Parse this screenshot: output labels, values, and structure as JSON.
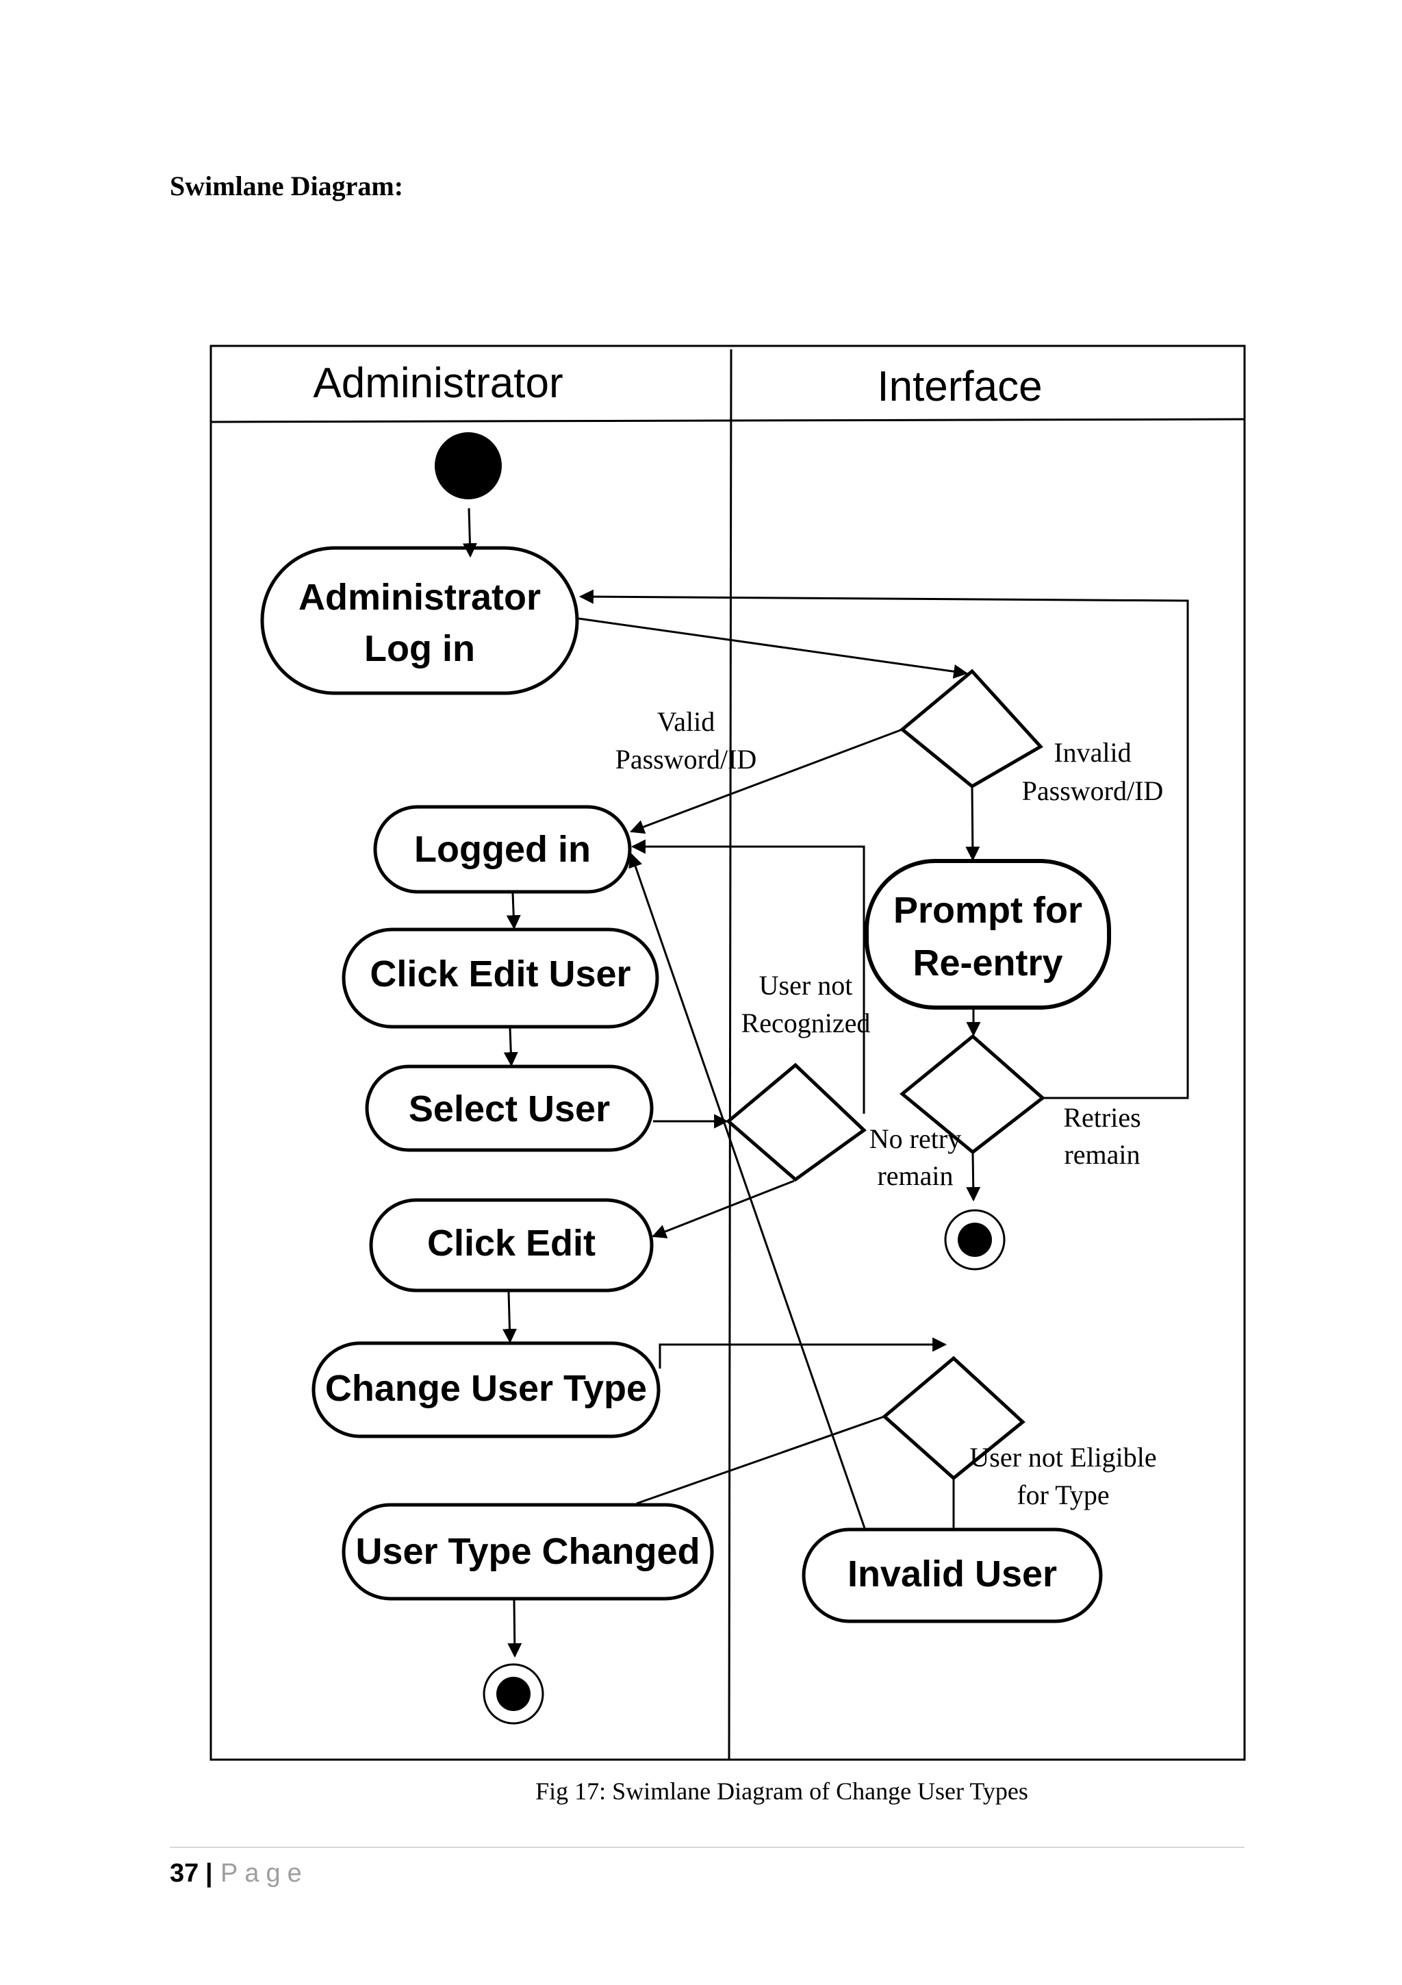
{
  "heading": "Swimlane Diagram:",
  "lanes": {
    "left": "Administrator",
    "right": "Interface"
  },
  "activities": {
    "admin_login": [
      "Administrator",
      "Log in"
    ],
    "logged_in": "Logged in",
    "click_edit_user": "Click Edit User",
    "select_user": "Select User",
    "click_edit": "Click Edit",
    "change_user_type": "Change User Type",
    "user_type_changed": "User Type Changed",
    "prompt_reentry": [
      "Prompt for",
      "Re-entry"
    ],
    "invalid_user": "Invalid User"
  },
  "guards": {
    "valid": [
      "Valid",
      "Password/ID"
    ],
    "invalid": [
      "Invalid",
      "Password/ID"
    ],
    "user_not_recognized": [
      "User not",
      "Recognized"
    ],
    "no_retry": [
      "No retry",
      "remain"
    ],
    "retries": [
      "Retries",
      "remain"
    ],
    "not_eligible": [
      "User not Eligible",
      "for Type"
    ]
  },
  "caption": "Fig 17: Swimlane Diagram of Change User Types",
  "footer": {
    "page_number": "37",
    "separator": "|",
    "page_label": "Page"
  }
}
